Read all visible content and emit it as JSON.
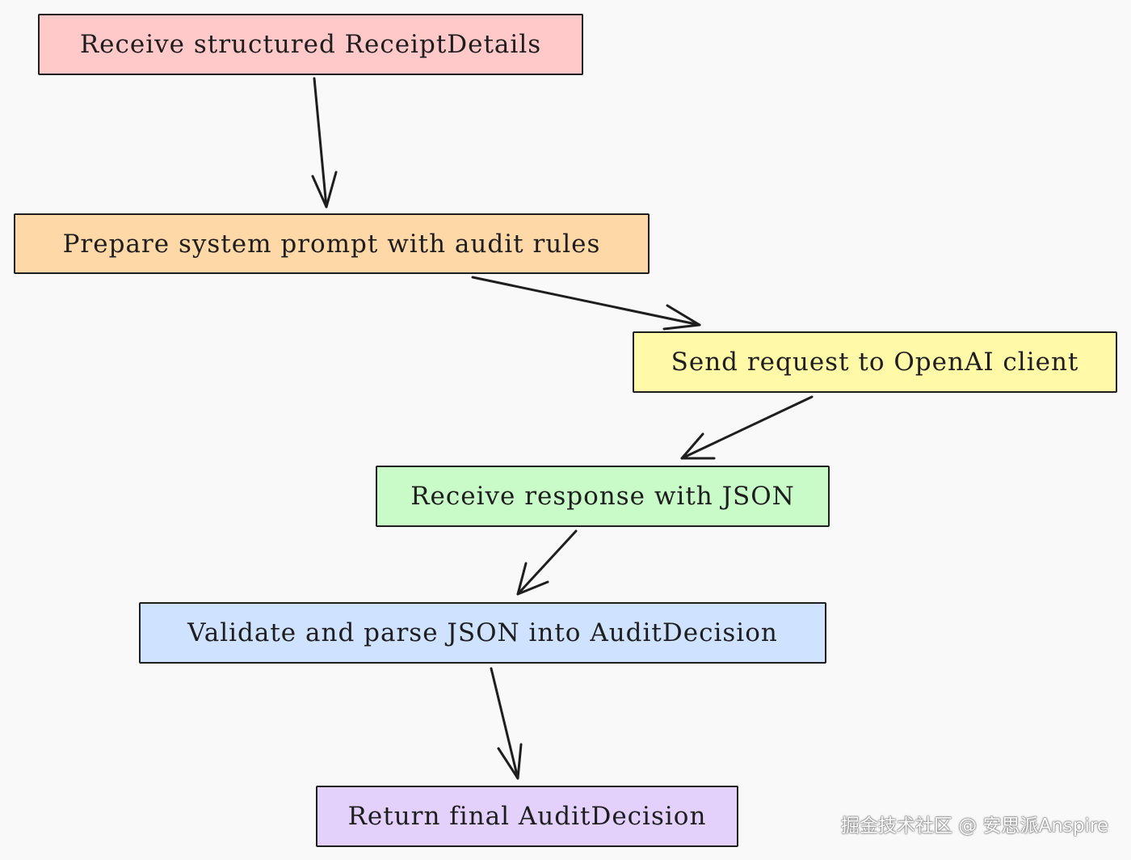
{
  "flowchart": {
    "steps": [
      {
        "label": "Receive structured ReceiptDetails",
        "color": "#ffc9c9"
      },
      {
        "label": "Prepare system prompt with audit rules",
        "color": "#ffd8a8"
      },
      {
        "label": "Send request to OpenAI client",
        "color": "#fff9a8"
      },
      {
        "label": "Receive response with JSON",
        "color": "#c9fbc9"
      },
      {
        "label": "Validate and parse JSON into AuditDecision",
        "color": "#cfe2ff"
      },
      {
        "label": "Return final AuditDecision",
        "color": "#e3d0fb"
      }
    ],
    "connections": [
      {
        "from": "Receive structured ReceiptDetails",
        "to": "Prepare system prompt with audit rules"
      },
      {
        "from": "Prepare system prompt with audit rules",
        "to": "Send request to OpenAI client"
      },
      {
        "from": "Send request to OpenAI client",
        "to": "Receive response with JSON"
      },
      {
        "from": "Receive response with JSON",
        "to": "Validate and parse JSON into AuditDecision"
      },
      {
        "from": "Validate and parse JSON into AuditDecision",
        "to": "Return final AuditDecision"
      }
    ],
    "stroke_color": "#1e1e1e"
  },
  "watermark": {
    "text": "掘金技术社区 @ 安思派Anspire"
  }
}
